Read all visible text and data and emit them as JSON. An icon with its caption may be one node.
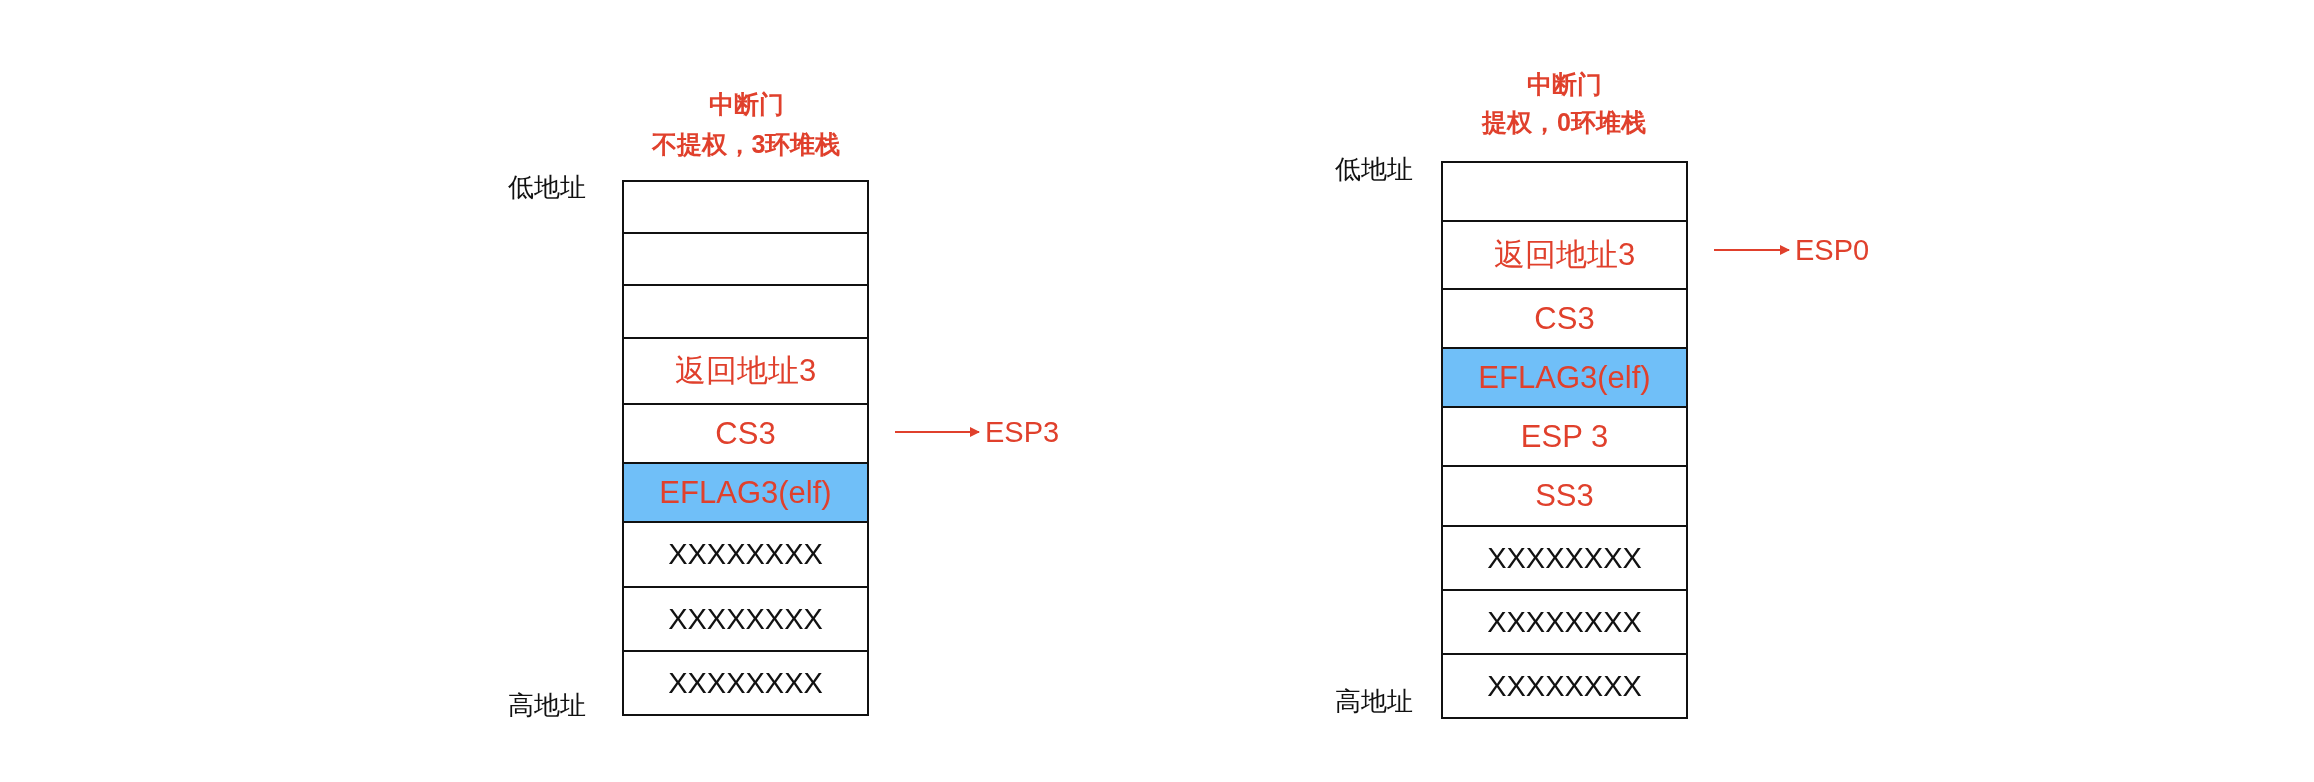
{
  "diagram": {
    "nodes": [
      {
        "text": [],
        "shape": "box"
      },
      {
        "text": [],
        "shape": "box"
      },
      {
        "text": [],
        "shape": "box"
      },
      {
        "text": [
          "返回地址3"
        ]
      },
      {
        "text": [
          "CS3"
        ]
      },
      {
        "text": [
          "EFLAG3(elf)"
        ]
      },
      {
        "text": [
          "XXXXXXXX"
        ]
      },
      {
        "text": [
          "XXXXXXXX"
        ]
      },
      {
        "text": [
          "XXXXXXXX"
        ]
      },
      {
        "text": [
          "ESP3"
        ]
      },
      {
        "text": [],
        "shape": "box"
      },
      {
        "text": [
          "返回地址3"
        ]
      },
      {
        "text": [
          "CS3"
        ]
      },
      {
        "text": [
          "EFLAG3(elf)"
        ]
      },
      {
        "text": [
          "ESP 3"
        ]
      },
      {
        "text": [
          "SS3"
        ]
      },
      {
        "text": [
          "XXXXXXXX"
        ]
      },
      {
        "text": [
          "XXXXXXXX"
        ]
      },
      {
        "text": [
          "XXXXXXXX"
        ]
      },
      {
        "text": [
          "ESP0"
        ]
      }
    ],
    "edges": [
      {
        "from": 4,
        "to": 9,
        "arrow": "to"
      },
      {
        "from": 11,
        "to": 19,
        "arrow": "to"
      }
    ],
    "labels": [
      "中断门",
      "不提权，3环堆栈",
      "低地址",
      "高地址",
      "中断门",
      "提权，0环堆栈",
      "低地址",
      "高地址"
    ]
  }
}
